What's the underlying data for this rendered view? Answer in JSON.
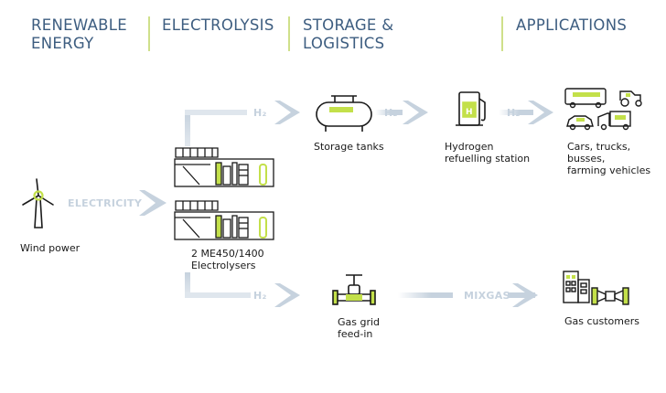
{
  "headers": [
    {
      "text": "RENEWABLE\nENERGY"
    },
    {
      "text": "ELECTROLYSIS"
    },
    {
      "text": "STORAGE &\nLOGISTICS"
    },
    {
      "text": "APPLICATIONS"
    }
  ],
  "flows": {
    "h2_top_1": "H₂",
    "h2_top_2": "H₂",
    "h2_top_3": "H₂",
    "electricity": "ELECTRICITY",
    "h2_bottom": "H₂",
    "mixgas": "MIXGAS"
  },
  "nodes": {
    "wind": "Wind power",
    "electrolysers": "2 ME450/1400\nElectrolysers",
    "storage": "Storage tanks",
    "refuelling": "Hydrogen\nrefuelling station",
    "vehicles": "Cars, trucks, busses,\nfarming vehicles",
    "gas_grid": "Gas grid\nfeed-in",
    "gas_customers": "Gas customers"
  },
  "colors": {
    "header": "#3d5d80",
    "accent": "#c3e04a",
    "flow": "#c6d2de",
    "icon": "#1a1a1a"
  }
}
